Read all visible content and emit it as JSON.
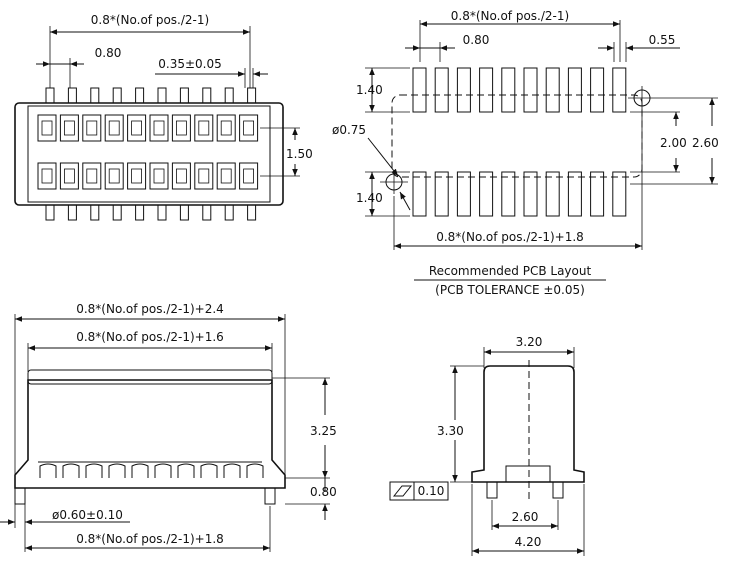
{
  "top_view": {
    "dim_pitch_total": "0.8*(No.of pos./2-1)",
    "dim_pitch": "0.80",
    "dim_width": "0.35±0.05",
    "dim_row_gap": "1.50"
  },
  "pcb_layout": {
    "dim_pitch_total": "0.8*(No.of pos./2-1)",
    "dim_pitch": "0.80",
    "dim_pad_width": "0.55",
    "dim_pad_len_top": "1.40",
    "dim_pad_len_bottom": "1.40",
    "dim_hole": "ø0.75",
    "dim_inner": "2.00",
    "dim_outer": "2.60",
    "dim_total": "0.8*(No.of pos./2-1)+1.8",
    "caption_title": "Recommended PCB Layout",
    "caption_tolerance": "(PCB TOLERANCE ±0.05)"
  },
  "side_view": {
    "dim_overall": "0.8*(No.of pos./2-1)+2.4",
    "dim_body": "0.8*(No.of pos./2-1)+1.6",
    "dim_height": "3.25",
    "dim_peg_height": "0.80",
    "dim_peg_dia": "ø0.60±0.10",
    "dim_bottom": "0.8*(No.of pos./2-1)+1.8"
  },
  "end_view": {
    "dim_top_width": "3.20",
    "dim_height": "3.30",
    "flatness_value": "0.10",
    "dim_peg_spacing": "2.60",
    "dim_overall_width": "4.20"
  }
}
